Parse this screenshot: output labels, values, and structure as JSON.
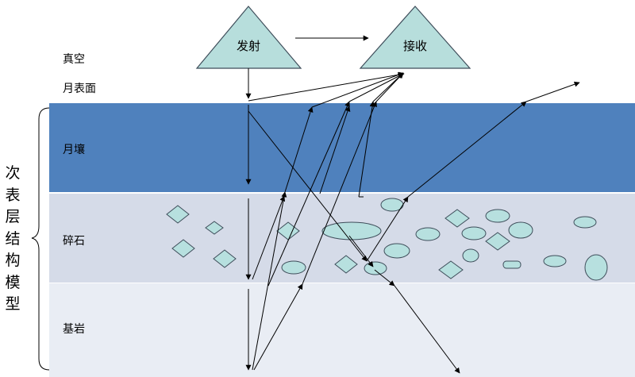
{
  "colors": {
    "lunar_soil": "#4f81bd",
    "rock_layer": "#d5dbe8",
    "bedrock": "#e9edf4",
    "inclusion_fill": "#b7e0df",
    "inclusion_stroke": "#3e4d5a",
    "antenna_fill": "#b7dedc",
    "line": "#000000"
  },
  "antennas": {
    "transmit": "发射",
    "receive": "接收"
  },
  "layers": {
    "vacuum": "真空",
    "surface": "月表面",
    "lunar_soil": "月壤",
    "rock_fragments": "碎石",
    "bedrock": "基岩"
  },
  "side_label": "次表层结构模型"
}
